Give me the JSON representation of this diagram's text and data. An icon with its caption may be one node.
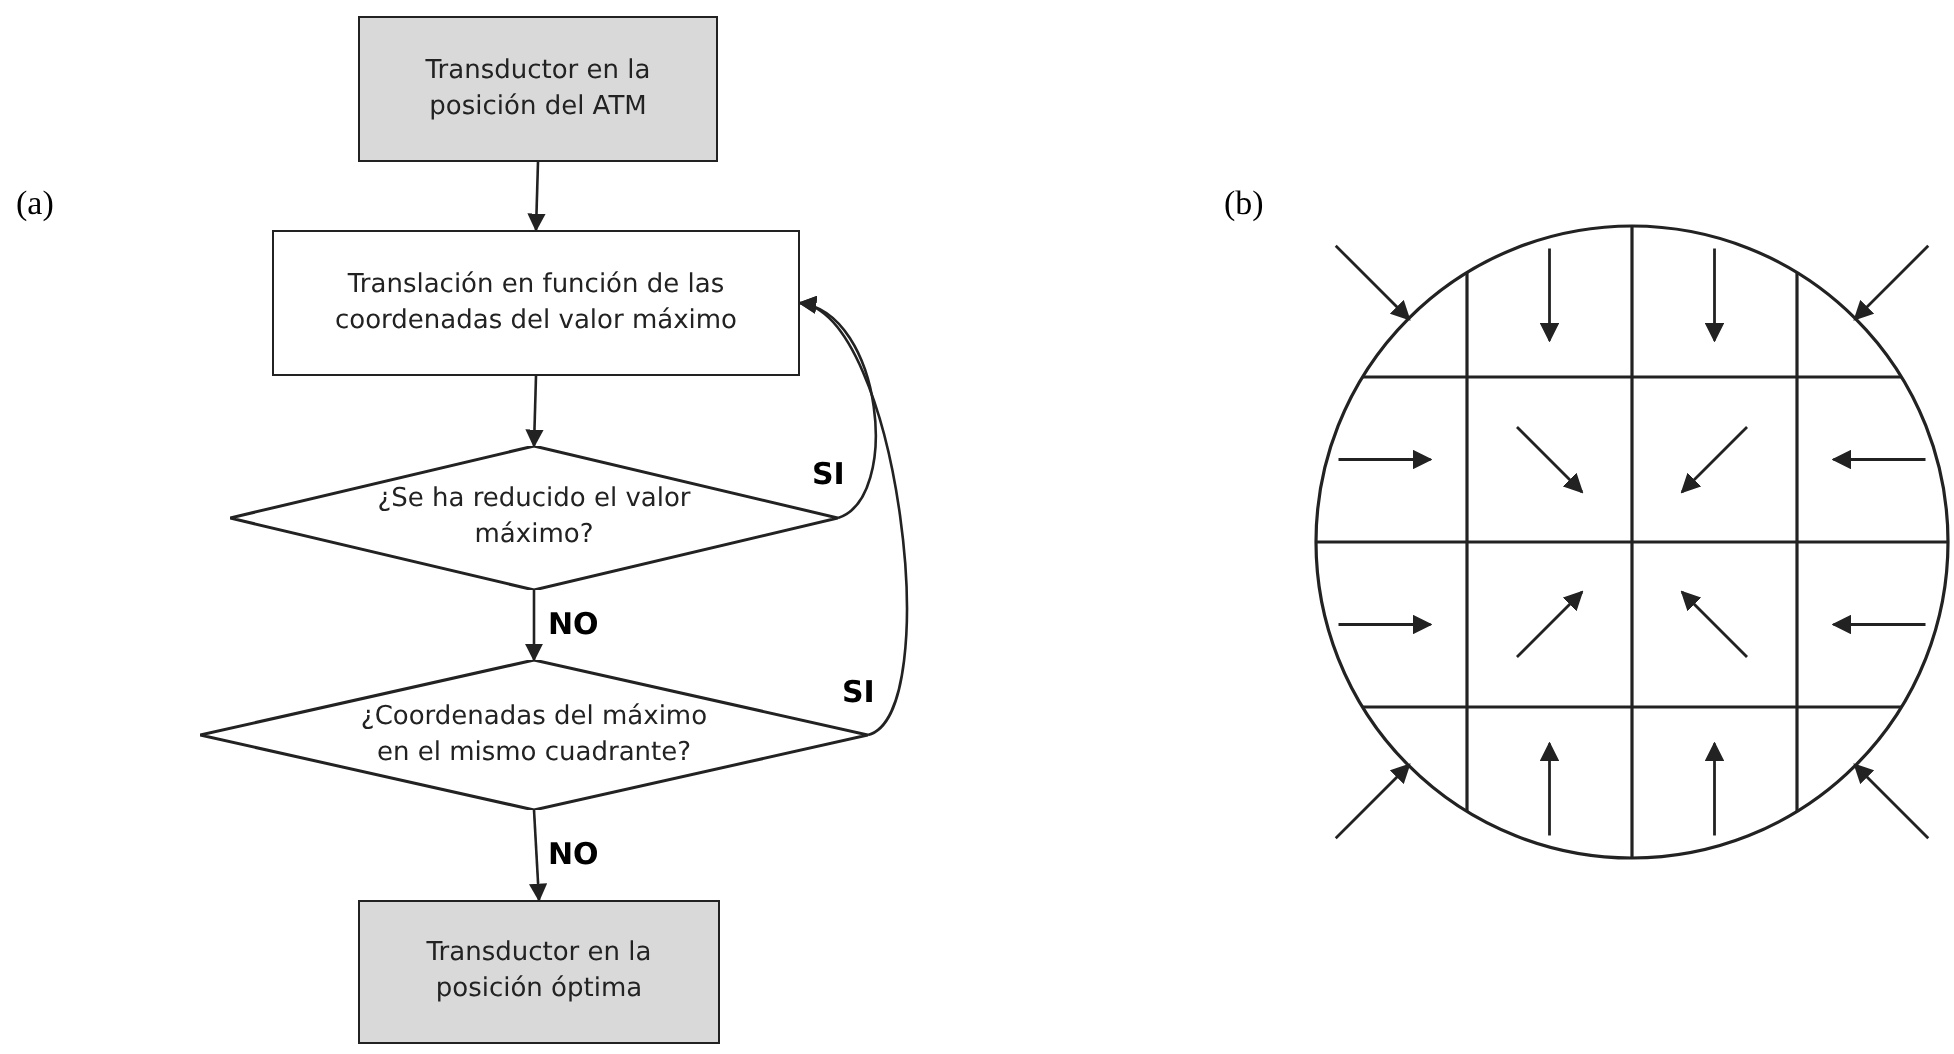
{
  "diagram": {
    "nodes": [
      {
        "text": [
          "Transductor en la posición del ATM"
        ]
      },
      {
        "text": [
          "Translación en función de las coordenadas del valor máximo"
        ]
      },
      {
        "text": [
          "¿Se ha reducido el valor máximo?"
        ]
      },
      {
        "text": [
          "¿Coordenadas del máximo en el mismo cuadrante?"
        ]
      },
      {
        "text": [
          "Transductor en la posición óptima"
        ]
      }
    ],
    "edges": [
      {
        "from": 0,
        "to": 1,
        "arrow": "to"
      },
      {
        "from": 1,
        "to": 2,
        "arrow": "to"
      },
      {
        "from": 2,
        "to": 1,
        "arrow": "to",
        "label": "SI"
      },
      {
        "from": 2,
        "to": 3,
        "arrow": "to",
        "label": "NO"
      },
      {
        "from": 3,
        "to": 1,
        "arrow": "to",
        "label": "SI"
      },
      {
        "from": 3,
        "to": 4,
        "arrow": "to",
        "label": "NO"
      }
    ],
    "labels": [
      "(a)",
      "(b)"
    ]
  }
}
